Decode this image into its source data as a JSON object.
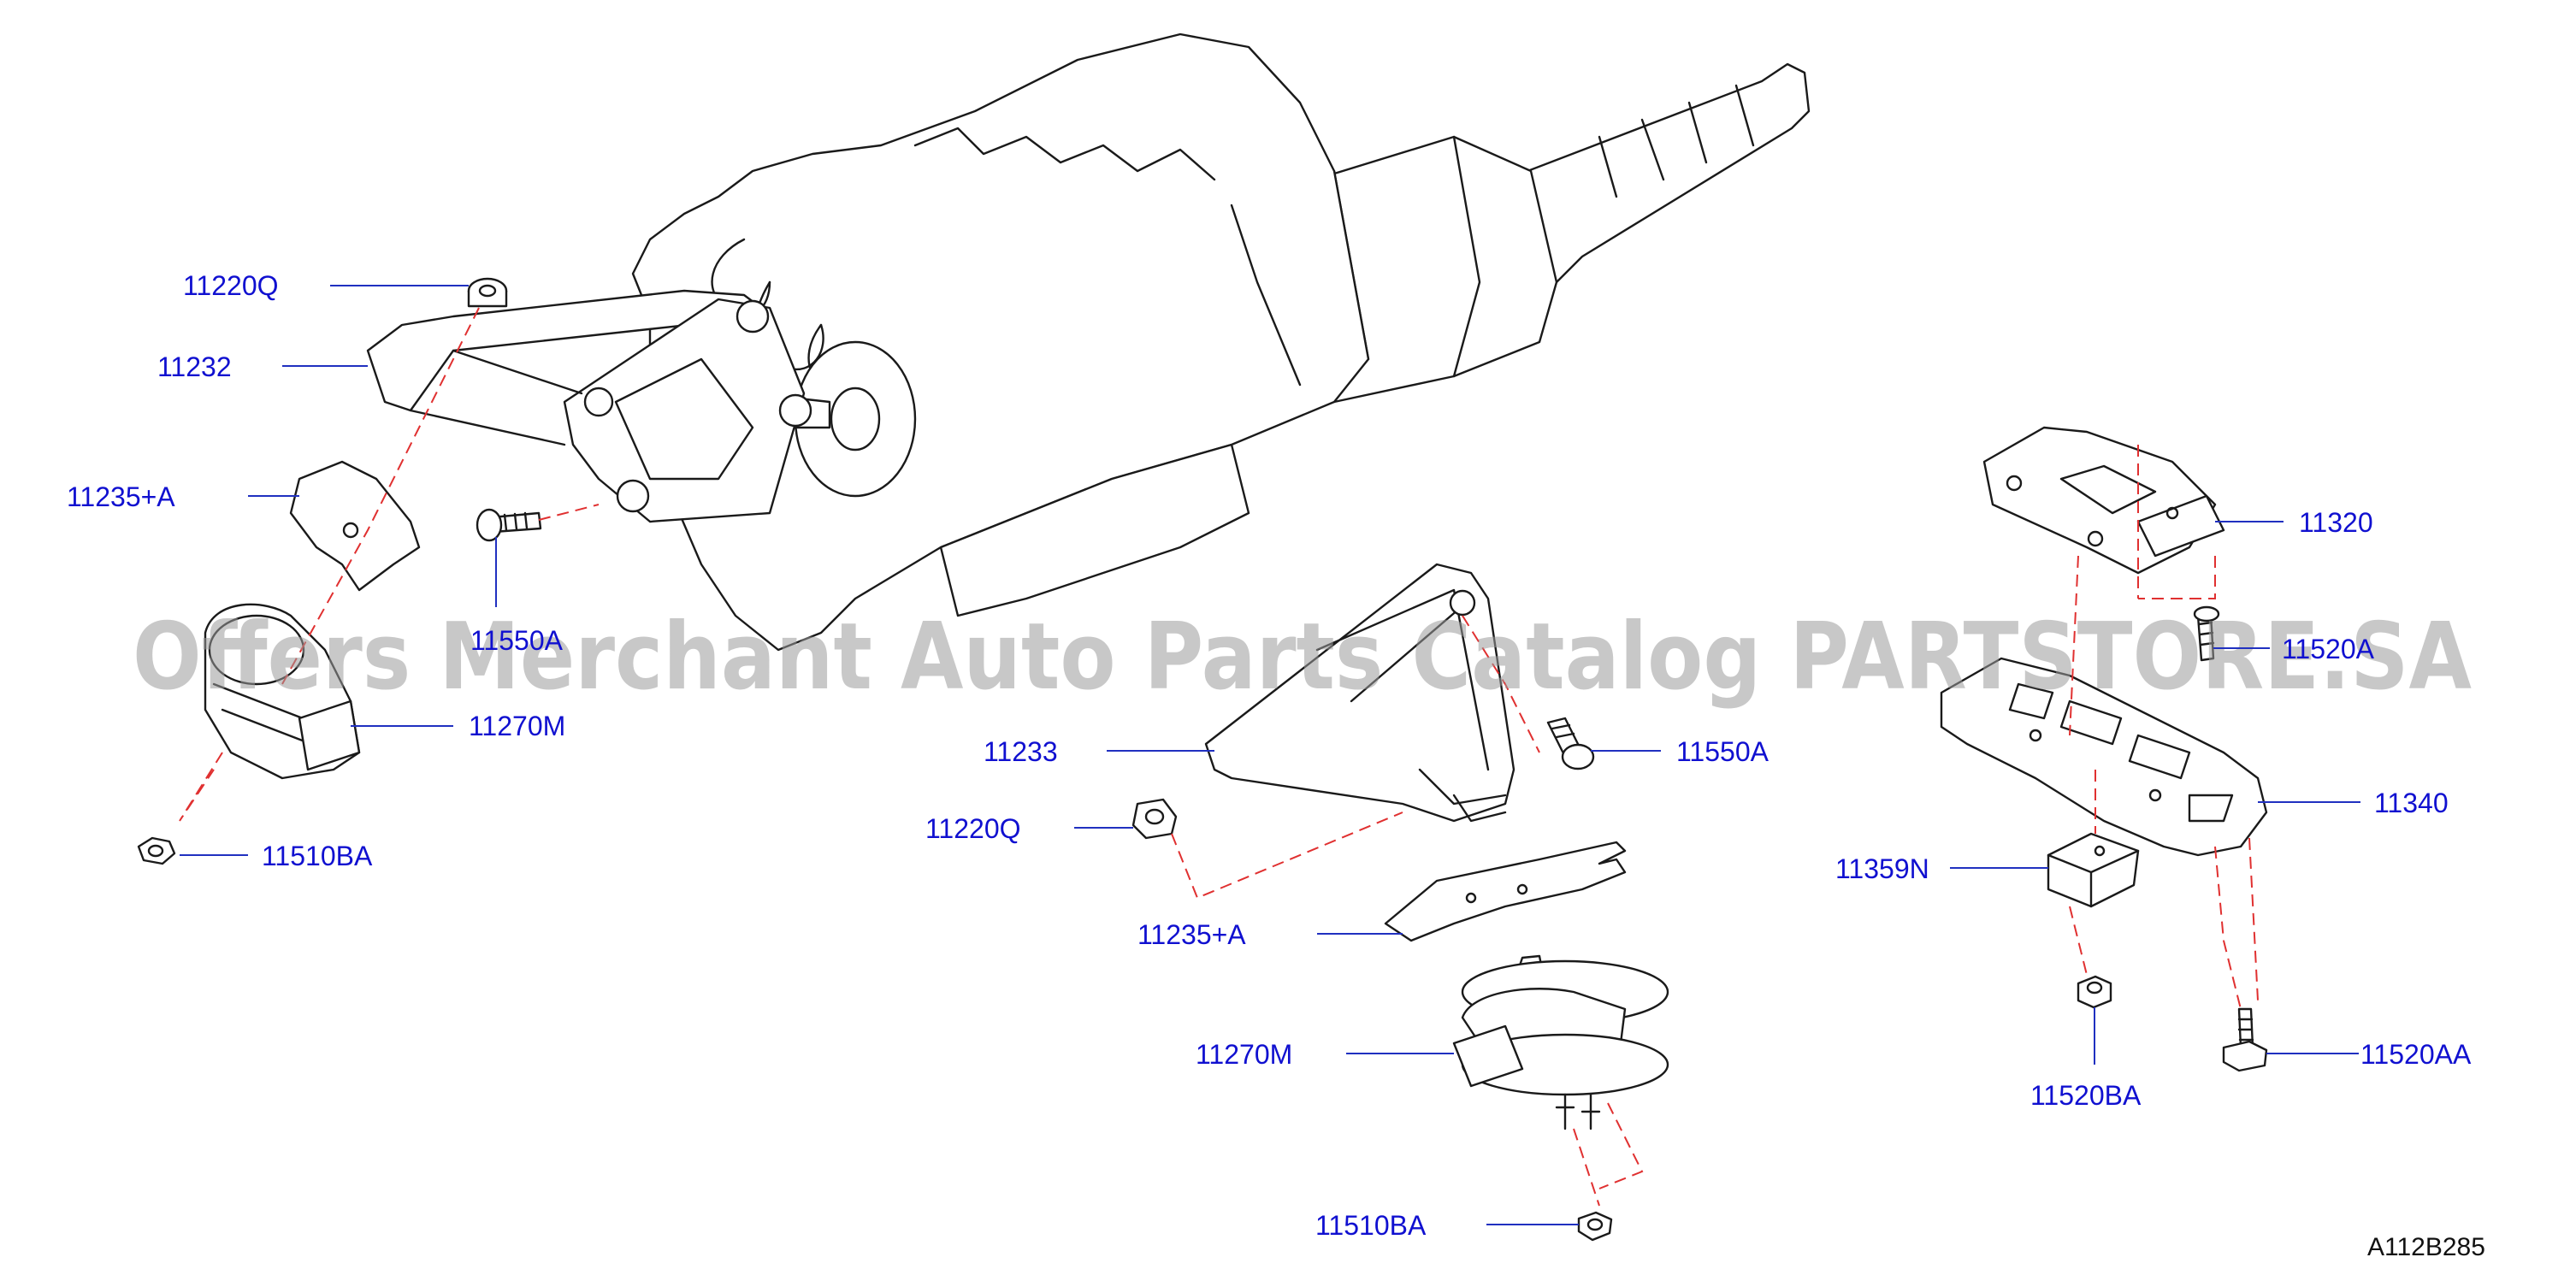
{
  "watermark": "Offers Merchant Auto Parts Catalog PARTSTORE.SA",
  "diagram_code": "A112B285",
  "colors": {
    "callout": "#1010d0",
    "leader": "#2030c0",
    "dashed_guide": "#e03030",
    "line_art": "#1a1a1a"
  },
  "callouts": [
    {
      "id": "c1",
      "label": "11220Q"
    },
    {
      "id": "c2",
      "label": "11232"
    },
    {
      "id": "c3",
      "label": "11235+A"
    },
    {
      "id": "c4",
      "label": "11550A"
    },
    {
      "id": "c5",
      "label": "11270M"
    },
    {
      "id": "c6",
      "label": "11510BA"
    },
    {
      "id": "c7",
      "label": "11233"
    },
    {
      "id": "c8",
      "label": "11550A"
    },
    {
      "id": "c9",
      "label": "11220Q"
    },
    {
      "id": "c10",
      "label": "11235+A"
    },
    {
      "id": "c11",
      "label": "11270M"
    },
    {
      "id": "c12",
      "label": "11510BA"
    },
    {
      "id": "c13",
      "label": "11320"
    },
    {
      "id": "c14",
      "label": "11520A"
    },
    {
      "id": "c15",
      "label": "11340"
    },
    {
      "id": "c16",
      "label": "11359N"
    },
    {
      "id": "c17",
      "label": "11520BA"
    },
    {
      "id": "c18",
      "label": "11520AA"
    }
  ]
}
